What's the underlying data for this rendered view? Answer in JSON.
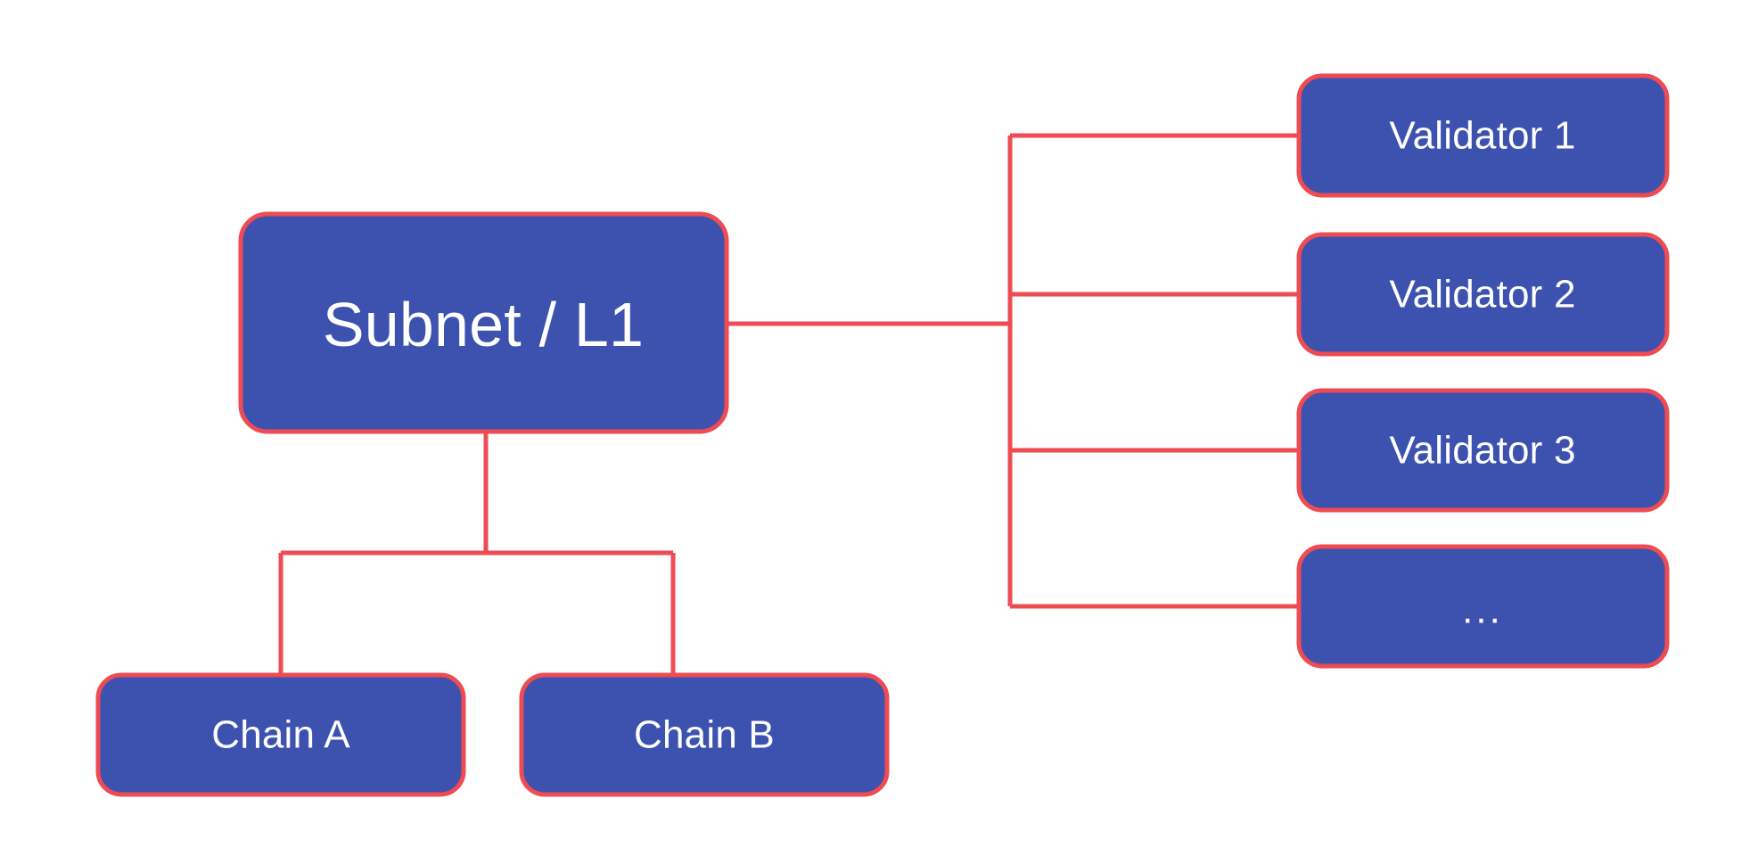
{
  "diagram": {
    "type": "tree-hierarchy",
    "background_color": "#ffffff",
    "node_fill_color": "#3c52ae",
    "node_border_color": "#ee4b52",
    "connector_color": "#ee4b52",
    "label_color": "#ffffff",
    "root": {
      "label": "Subnet / L1"
    },
    "chains": [
      {
        "label": "Chain A"
      },
      {
        "label": "Chain B"
      }
    ],
    "validators": [
      {
        "label": "Validator 1"
      },
      {
        "label": "Validator 2"
      },
      {
        "label": "Validator 3"
      },
      {
        "label": "..."
      }
    ]
  }
}
